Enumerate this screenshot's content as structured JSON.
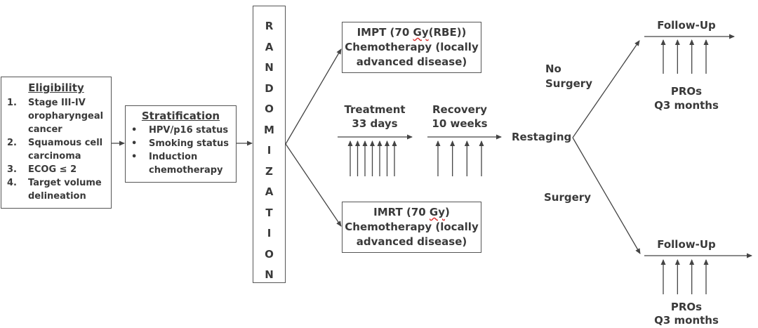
{
  "eligibility": {
    "title": "Eligibility",
    "items": [
      {
        "num": "1.",
        "lines": [
          "Stage III-IV",
          "oropharyngeal",
          "cancer"
        ]
      },
      {
        "num": "2.",
        "lines": [
          "Squamous cell",
          "carcinoma"
        ]
      },
      {
        "num": "3.",
        "lines": [
          "ECOG ≤ 2"
        ]
      },
      {
        "num": "4.",
        "lines": [
          "Target volume",
          "delineation"
        ]
      }
    ]
  },
  "stratification": {
    "title": "Stratification",
    "bullet": "•",
    "items": [
      {
        "lines": [
          "HPV/p16 status"
        ]
      },
      {
        "lines": [
          "Smoking status"
        ]
      },
      {
        "lines": [
          "Induction",
          "chemotherapy"
        ]
      }
    ]
  },
  "randomization": {
    "letters": [
      "R",
      "A",
      "N",
      "D",
      "O",
      "M",
      "I",
      "Z",
      "A",
      "T",
      "I",
      "O",
      "N"
    ]
  },
  "arm_impt": {
    "line1_prefix": "IMPT (70 ",
    "line1_unit": "Gy",
    "line1_suffix": "(RBE))",
    "line2": "Chemotherapy (locally",
    "line3": "advanced disease)"
  },
  "arm_imrt": {
    "line1_prefix": "IMRT (70 ",
    "line1_unit": "Gy",
    "line1_suffix": ")",
    "line2": "Chemotherapy (locally",
    "line3": "advanced disease)"
  },
  "treatment": {
    "label": "Treatment",
    "duration": "33 days",
    "tick_count": 7
  },
  "recovery": {
    "label": "Recovery",
    "duration": "10 weeks",
    "tick_count": 4
  },
  "restaging": {
    "label": "Restaging"
  },
  "branches": {
    "no_surgery": [
      "No",
      "Surgery"
    ],
    "surgery": "Surgery"
  },
  "followup_top": {
    "label": "Follow-Up",
    "pros": "PROs",
    "frequency": "Q3 months",
    "tick_count": 4
  },
  "followup_bottom": {
    "label": "Follow-Up",
    "pros": "PROs",
    "frequency": "Q3 months",
    "tick_count": 4
  },
  "colors": {
    "line": "#444444",
    "text": "#3a3a3a",
    "spellcheck": "#dd3333"
  }
}
